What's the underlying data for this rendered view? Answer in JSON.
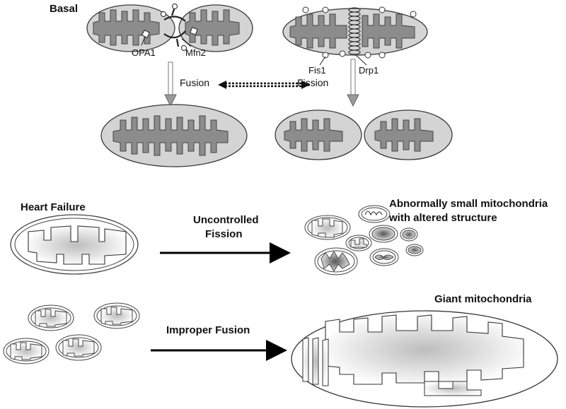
{
  "labels": {
    "basal": "Basal",
    "opa1": "OPA1",
    "mfn2": "Mfn2",
    "fis1": "Fis1",
    "drp1": "Drp1",
    "fusion": "Fusion",
    "fission": "Fission",
    "heart_failure": "Heart Failure",
    "uncontrolled_line1": "Uncontrolled",
    "uncontrolled_line2": "Fission",
    "small_line1": "Abnormally small mitochondria",
    "small_line2": "with altered structure",
    "improper_fusion": "Improper Fusion",
    "giant": "Giant mitochondria"
  },
  "colors": {
    "mito_fill": "#d4d4d4",
    "cristae_fill": "#8c8c8c",
    "stroke": "#3a3a3a",
    "arrow": "#000000",
    "gray_arrow": "#9a9a9a"
  }
}
